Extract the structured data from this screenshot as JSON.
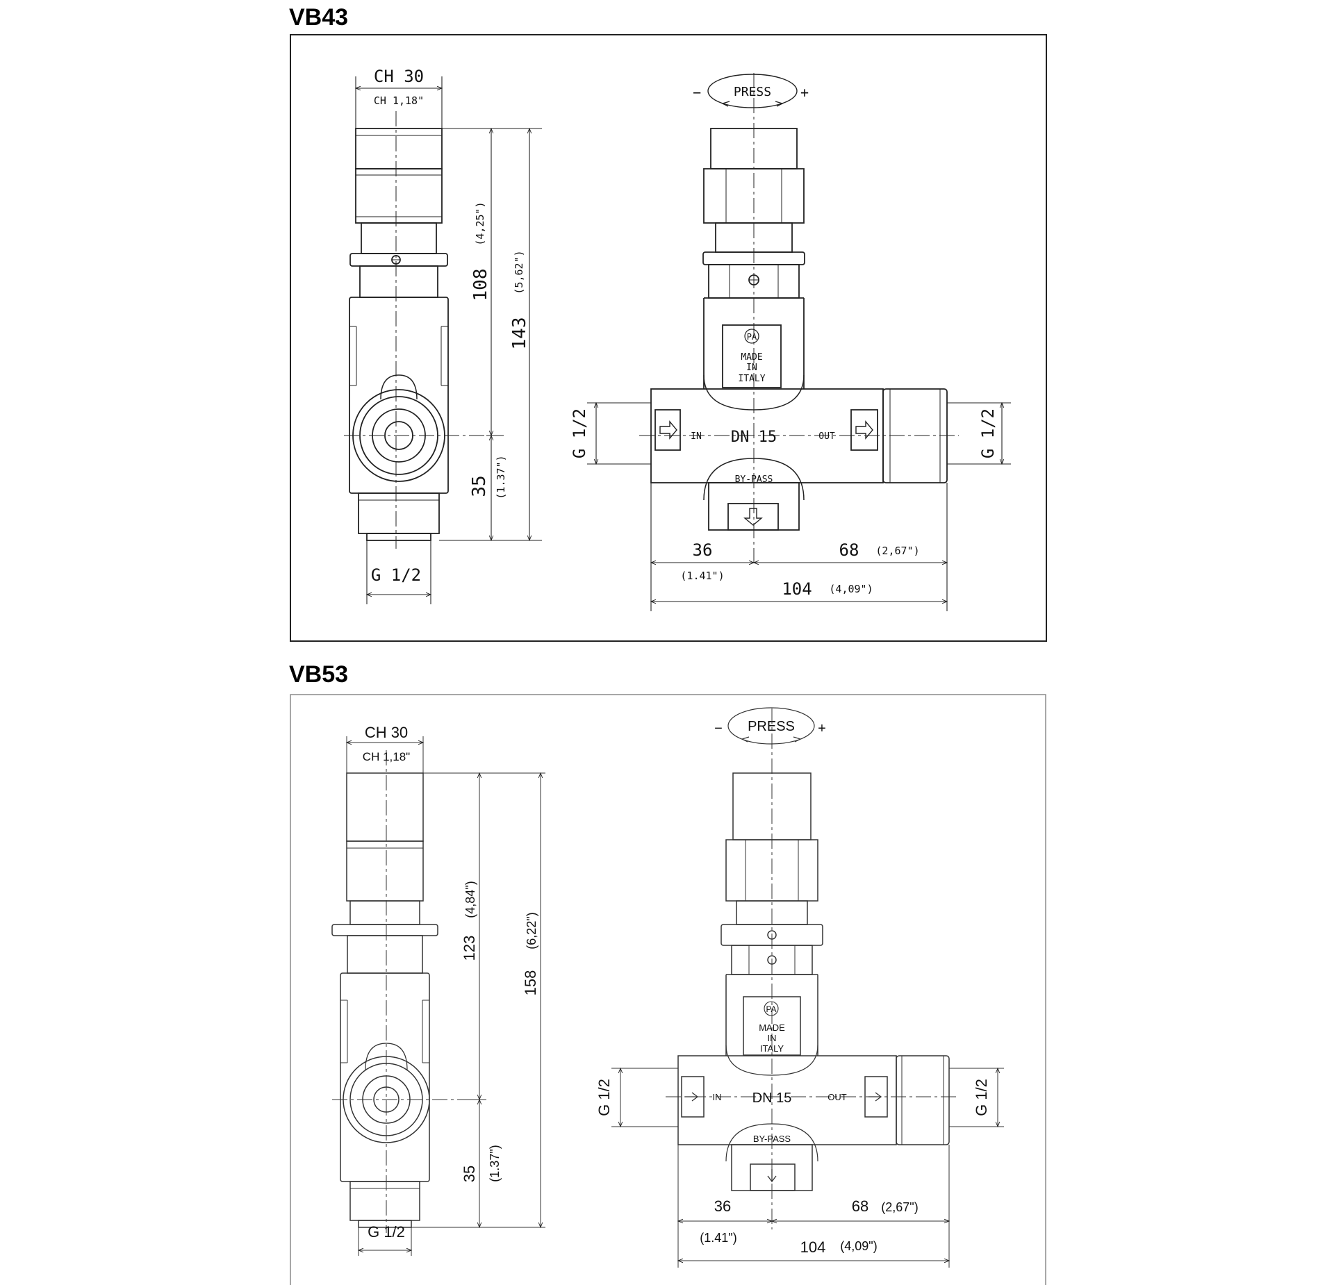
{
  "colors": {
    "line": "#222222",
    "frame": "#222222",
    "frame_light": "#8a8a8a"
  },
  "vb43": {
    "title": "VB43",
    "side": {
      "ch": "CH 30",
      "ch_in": "CH 1,18\"",
      "dim_108": "108",
      "dim_108_in": "(4,25\")",
      "dim_143": "143",
      "dim_143_in": "(5,62\")",
      "dim_35": "35",
      "dim_35_in": "(1.37\")",
      "port": "G 1/2"
    },
    "front": {
      "press": "PRESS",
      "minus": "−",
      "plus": "+",
      "logo": "PA",
      "made": "MADE",
      "in_word": "IN",
      "italy": "ITALY",
      "in_label": "IN",
      "out_label": "OUT",
      "dn": "DN 15",
      "bypass": "BY-PASS",
      "g_left": "G 1/2",
      "g_right": "G 1/2",
      "dim_36": "36",
      "dim_36_in": "(1.41\")",
      "dim_68": "68",
      "dim_68_in": "(2,67\")",
      "dim_104": "104",
      "dim_104_in": "(4,09\")"
    }
  },
  "vb53": {
    "title": "VB53",
    "side": {
      "ch": "CH 30",
      "ch_in": "CH 1,18\"",
      "dim_123": "123",
      "dim_123_in": "(4,84\")",
      "dim_158": "158",
      "dim_158_in": "(6,22\")",
      "dim_35": "35",
      "dim_35_in": "(1.37\")",
      "port": "G 1/2"
    },
    "front": {
      "press": "PRESS",
      "minus": "−",
      "plus": "+",
      "logo": "PA",
      "made": "MADE",
      "in_word": "IN",
      "italy": "ITALY",
      "in_label": "IN",
      "out_label": "OUT",
      "dn": "DN 15",
      "bypass": "BY-PASS",
      "g_left": "G 1/2",
      "g_right": "G 1/2",
      "dim_36": "36",
      "dim_36_in": "(1.41\")",
      "dim_68": "68",
      "dim_68_in": "(2,67\")",
      "dim_104": "104",
      "dim_104_in": "(4,09\")"
    }
  }
}
